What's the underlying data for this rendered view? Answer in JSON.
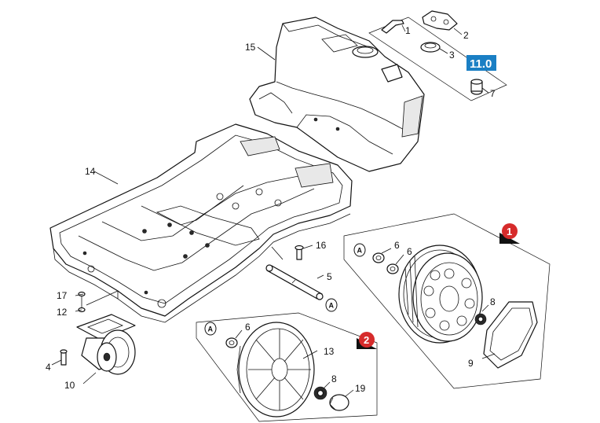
{
  "parts": {
    "p1": "1",
    "p2": "2",
    "p3": "3",
    "p4": "4",
    "p5": "5",
    "p6a": "6",
    "p6b": "6",
    "p6c": "6",
    "p7": "7",
    "p8a": "8",
    "p8b": "8",
    "p9": "9",
    "p10": "10",
    "p12": "12",
    "p13": "13",
    "p14": "14",
    "p15": "15",
    "p16": "16",
    "p17": "17",
    "p19": "19"
  },
  "version_tag": "11.0",
  "variant_markers": {
    "one": "1",
    "two": "2"
  },
  "connection_marker": "A",
  "colors": {
    "version_tag_bg": "#1a7fc4",
    "variant_marker_bg": "#d62b2b"
  }
}
